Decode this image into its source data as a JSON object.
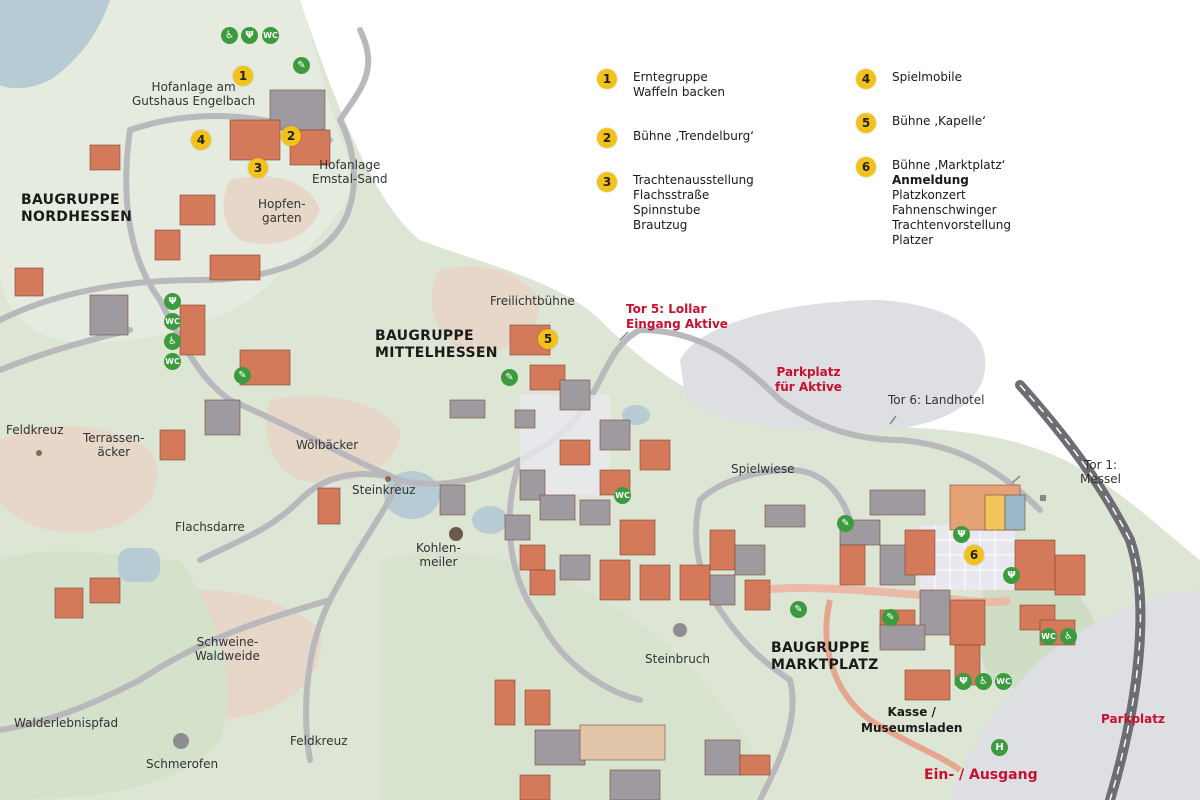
{
  "groups": {
    "nordhessen": [
      "BAUGRUPPE",
      "NORDHESSEN"
    ],
    "mittelhessen": [
      "BAUGRUPPE",
      "MITTELHESSEN"
    ],
    "marktplatz": [
      "BAUGRUPPE",
      "MARKTPLATZ"
    ]
  },
  "places": {
    "hofanlage_engelbach": [
      "Hofanlage am",
      "Gutshaus Engelbach"
    ],
    "hofanlage_emstal": [
      "Hofanlage",
      "Emstal-Sand"
    ],
    "hopfengarten": [
      "Hopfen-",
      "garten"
    ],
    "freilichtbuehne": "Freilichtbühne",
    "feldkreuz_1": "Feldkreuz",
    "terrassenaecker": [
      "Terrassen-",
      "äcker"
    ],
    "woelbaecker": "Wölbäcker",
    "steinkreuz": "Steinkreuz",
    "flachsdarre": "Flachsdarre",
    "kohlenmeiler": [
      "Kohlen-",
      "meiler"
    ],
    "spielwiese": "Spielwiese",
    "steinbruch": "Steinbruch",
    "schweine_waldweide": [
      "Schweine-",
      "Waldweide"
    ],
    "walderlebnispfad": "Walderlebnispfad",
    "feldkreuz_2": "Feldkreuz",
    "schmerofen": "Schmerofen",
    "tor6": "Tor 6: Landhotel",
    "tor1": [
      "Tor 1:",
      "Messel"
    ]
  },
  "red_labels": {
    "tor5": [
      "Tor 5: Lollar",
      "Eingang Aktive"
    ],
    "parkplatz_aktive": [
      "Parkplatz",
      "für Aktive"
    ],
    "parkplatz": "Parkplatz",
    "ein_ausgang": "Ein- / Ausgang"
  },
  "kasse": [
    "Kasse /",
    "Museumsladen"
  ],
  "legend": [
    {
      "n": "1",
      "lines": [
        "Erntegruppe",
        "Waffeln backen"
      ]
    },
    {
      "n": "2",
      "lines": [
        "Bühne ‚Trendelburg‘"
      ]
    },
    {
      "n": "3",
      "lines": [
        "Trachtenausstellung",
        "Flachsstraße",
        "Spinnstube",
        "Brautzug"
      ]
    },
    {
      "n": "4",
      "lines": [
        "Spielmobile"
      ]
    },
    {
      "n": "5",
      "lines": [
        "Bühne ‚Kapelle‘"
      ]
    },
    {
      "n": "6",
      "lines": [
        "Bühne ‚Marktplatz‘",
        "Anmeldung",
        "Platzkonzert",
        "Fahnenschwinger",
        "Trachtenvorstellung",
        "Platzer"
      ],
      "bold_index": 1
    }
  ],
  "markers": [
    "1",
    "2",
    "3",
    "4",
    "5",
    "6"
  ],
  "facility_icons": {
    "wc": "WC",
    "accessible": "♿",
    "food": "Ψ",
    "kiosk": "✎",
    "bus": "H"
  },
  "colors": {
    "marker_yellow": "#f2c21b",
    "facility_green": "#3c9b3c",
    "red_text": "#c8102e",
    "meadow": "#dde6d4",
    "field": "#e6d7c8",
    "water": "#b7cbd4",
    "road": "#b9b9bd",
    "roof": "#d4795a"
  }
}
